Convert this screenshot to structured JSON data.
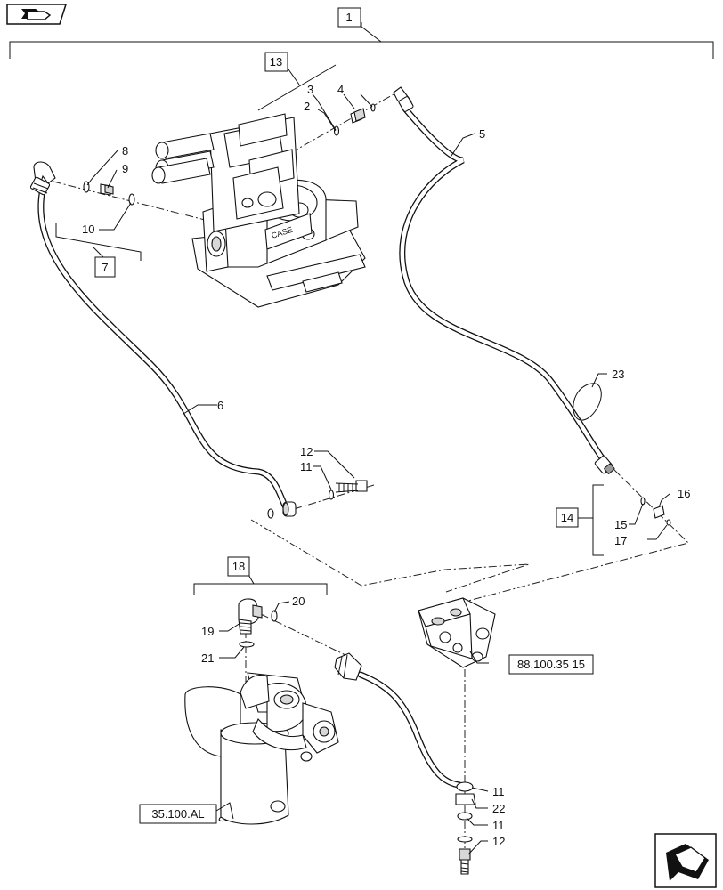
{
  "callouts": {
    "c1": "1",
    "c2": "2",
    "c3": "3",
    "c4": "4",
    "c5": "5",
    "c6": "6",
    "c7": "7",
    "c8": "8",
    "c9": "9",
    "c10": "10",
    "c11a": "11",
    "c11b": "11",
    "c11c": "11",
    "c12a": "12",
    "c12b": "12",
    "c13": "13",
    "c14": "14",
    "c15": "15",
    "c16": "16",
    "c17": "17",
    "c18": "18",
    "c19": "19",
    "c20": "20",
    "c21": "21",
    "c22": "22",
    "c23": "23"
  },
  "references": {
    "ref_valve": "88.100.35 15",
    "ref_filter": "35.100.AL"
  },
  "icons": {
    "top_left": "view-toggle-icon",
    "bottom_right": "next-page-arrow-icon"
  }
}
